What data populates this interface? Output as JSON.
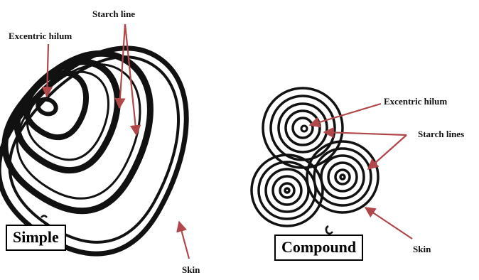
{
  "simple": {
    "title": "Simple",
    "labels": {
      "hilum": "Excentric hilum",
      "starch": "Starch line",
      "skin": "Skin"
    }
  },
  "compound": {
    "title": "Compound",
    "labels": {
      "hilum": "Excentric hilum",
      "starch": "Starch lines",
      "skin": "Skin"
    }
  },
  "colors": {
    "arrow": "#b0474a",
    "ink": "#111111",
    "background": "#ffffff"
  }
}
